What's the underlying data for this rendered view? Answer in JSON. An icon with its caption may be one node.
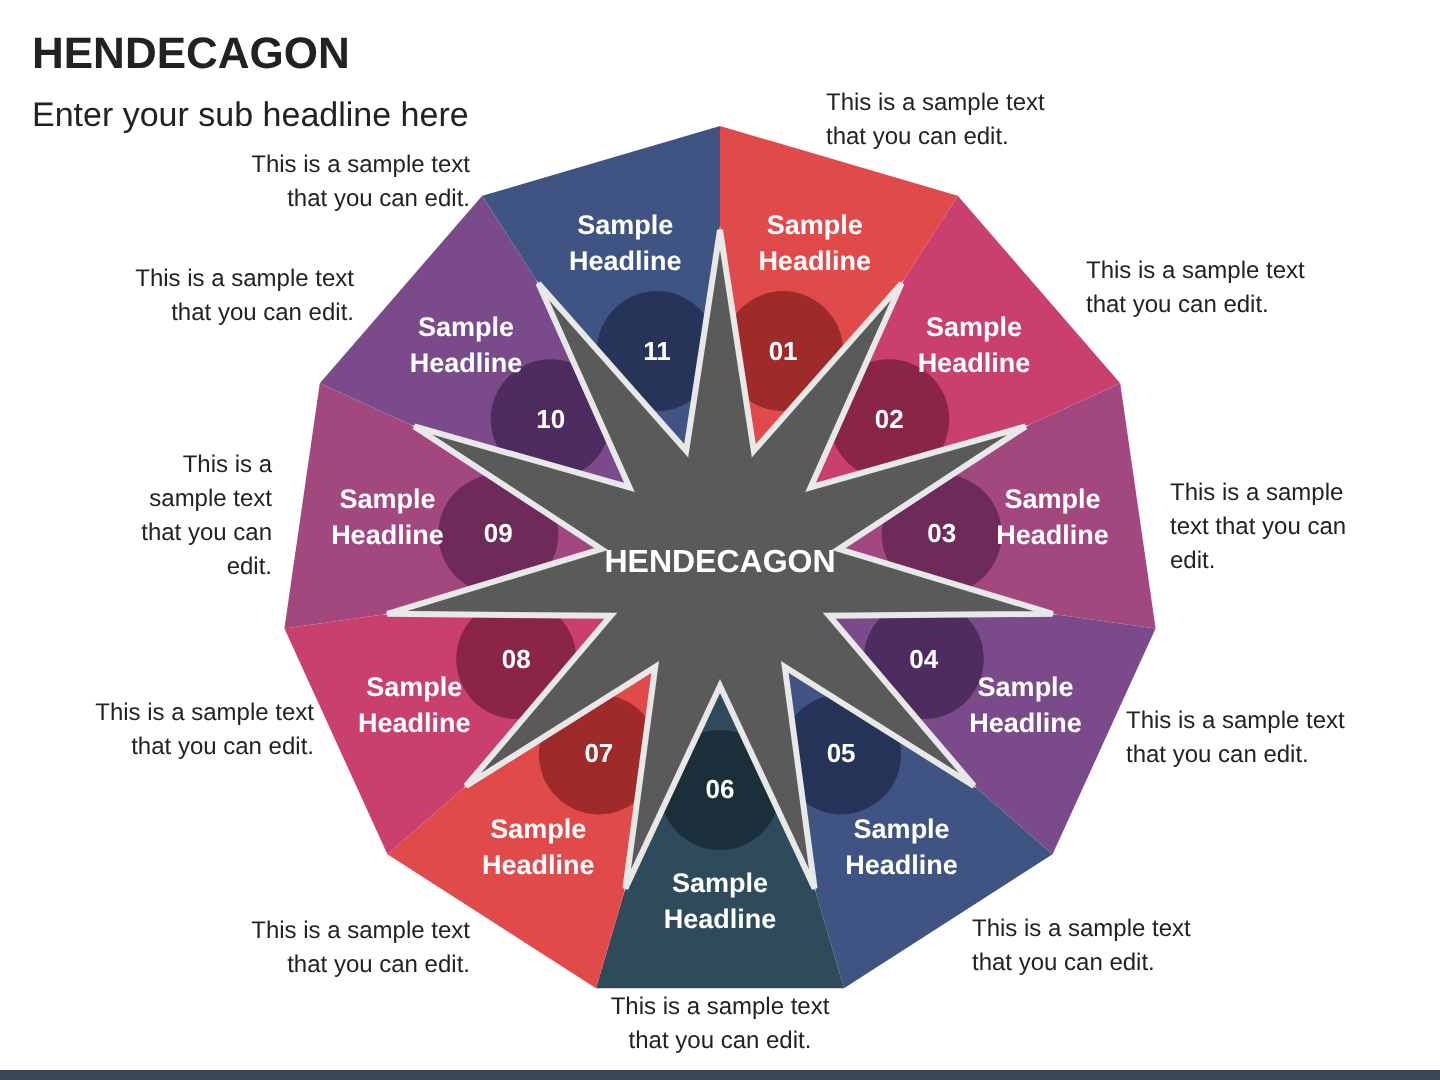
{
  "diagram": {
    "title": "HENDECAGON",
    "nodes": [
      {
        "text": [
          "Sample Headline",
          "01"
        ],
        "beside": [
          "This is a sample text that you can edit."
        ]
      },
      {
        "text": [
          "Sample Headline",
          "02"
        ],
        "beside": [
          "This is a sample text that you can edit."
        ]
      },
      {
        "text": [
          "03",
          "Sample Headline"
        ],
        "beside": [
          "This is a sample text that you can edit."
        ]
      },
      {
        "text": [
          "04",
          "Sample Headline"
        ],
        "beside": [
          "This is a sample text that you can edit."
        ]
      },
      {
        "text": [
          "05",
          "Sample Headline"
        ],
        "beside": [
          "This is a sample text that you can edit."
        ]
      },
      {
        "text": [
          "06",
          "Sample Headline"
        ],
        "beside": [
          "This is a sample text that you can edit."
        ]
      },
      {
        "text": [
          "07",
          "Sample Headline"
        ],
        "beside": [
          "This is a sample text that you can edit."
        ]
      },
      {
        "text": [
          "08",
          "Sample Headline"
        ],
        "beside": [
          "This is a sample text that you can edit."
        ]
      },
      {
        "text": [
          "Sample Headline",
          "09"
        ],
        "beside": [
          "This is a sample text that you can edit."
        ]
      },
      {
        "text": [
          "Sample Headline",
          "10"
        ],
        "beside": [
          "This is a sample text that you can edit."
        ]
      },
      {
        "text": [
          "Sample Headline",
          "11"
        ],
        "beside": [
          "This is a sample text that you can edit."
        ]
      },
      {
        "text": [
          "HENDECAGON"
        ]
      }
    ],
    "labels": [
      "Enter your sub headline here"
    ]
  }
}
